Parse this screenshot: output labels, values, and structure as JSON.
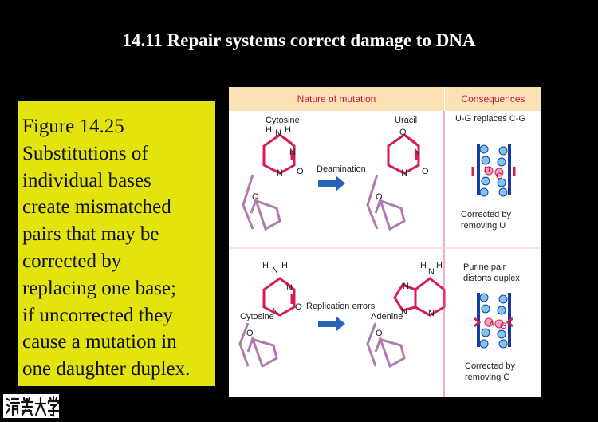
{
  "slide_title": "14.11 Repair systems correct damage to DNA",
  "caption_lines": [
    "Figure 14.25",
    "Substitutions of",
    "individual bases",
    "create mismatched",
    "pairs that may be",
    "corrected by",
    "replacing one base;",
    "if uncorrected they",
    "cause a mutation in",
    "one daughter duplex."
  ],
  "figure": {
    "header_left": "Nature of mutation",
    "header_right": "Consequences",
    "top": {
      "cytosine": "Cytosine",
      "uracil": "Uracil",
      "process": "Deamination",
      "consequence": "U-G replaces C-G",
      "corrected": [
        "Corrected by",
        "removing U"
      ],
      "mismatch_left": "U",
      "mismatch_right": "G"
    },
    "bottom": {
      "cytosine": "Cytosine",
      "adenine": "Adenine",
      "process": "Replication errors",
      "consequence": [
        "Purine pair",
        "distorts duplex"
      ],
      "corrected": [
        "Corrected by",
        "removing G"
      ],
      "mismatch_left": "A",
      "mismatch_right": "G"
    },
    "atoms": {
      "H": "H",
      "N": "N",
      "O": "O"
    },
    "colors": {
      "ring": "#d81b52",
      "backbone": "#b07ab0",
      "arrow": "#2a62b8",
      "header_bg": "#fbe2b6",
      "header_text": "#c81540"
    }
  },
  "logo_icon": "tsinghua-university-logo-icon"
}
